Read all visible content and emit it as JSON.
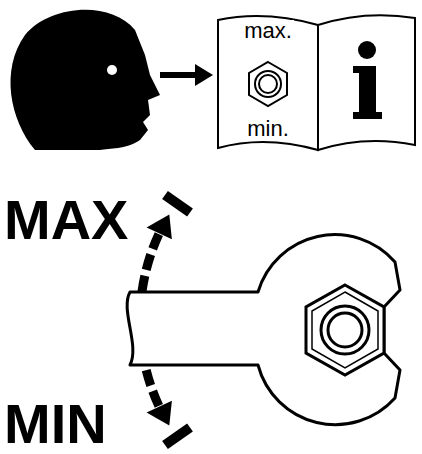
{
  "diagram": {
    "labels": [
      "max.",
      "min.",
      "MAX",
      "MIN"
    ]
  }
}
